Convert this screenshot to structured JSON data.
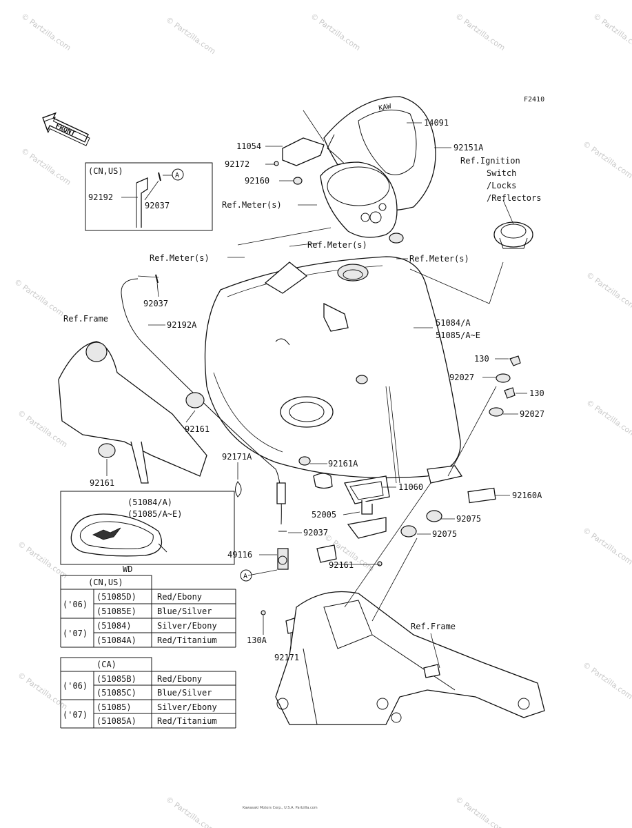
{
  "figure_code": "F2410",
  "front_label": "FRONT",
  "watermark": "© Partzilla.com",
  "inset_cn_us": {
    "title": "(CN,US)",
    "labels": [
      "92192",
      "92037",
      "A"
    ]
  },
  "callouts": [
    "14091",
    "92151A",
    "Ref.Ignition",
    "Switch",
    "/Locks",
    "/Reflectors",
    "11054",
    "92172",
    "92160",
    "Ref.Meter(s)",
    "Ref.Meter(s)",
    "Ref.Meter(s)",
    "Ref.Meter(s)",
    "92037",
    "Ref.Frame",
    "92192A",
    "51084/A",
    "51085/A~E",
    "130",
    "92027",
    "130",
    "92027",
    "92161",
    "92161",
    "92171A",
    "92161A",
    "11060",
    "92160A",
    "52005",
    "92075",
    "92075",
    "92037",
    "49116",
    "A",
    "92161",
    "130A",
    "92171",
    "Ref.Frame"
  ],
  "decal_inset": {
    "lines": [
      "(51084/A)",
      "(51085/A~E)"
    ]
  },
  "color_table_wd": {
    "region": "WD",
    "subregion": "(CN,US)",
    "rows": [
      {
        "year": "('06)",
        "part": "(51085D)",
        "color": "Red/Ebony"
      },
      {
        "year": "",
        "part": "(51085E)",
        "color": "Blue/Silver"
      },
      {
        "year": "('07)",
        "part": "(51084)",
        "color": "Silver/Ebony"
      },
      {
        "year": "",
        "part": "(51084A)",
        "color": "Red/Titanium"
      }
    ]
  },
  "color_table_ca": {
    "subregion": "(CA)",
    "rows": [
      {
        "year": "('06)",
        "part": "(51085B)",
        "color": "Red/Ebony"
      },
      {
        "year": "",
        "part": "(51085C)",
        "color": "Blue/Silver"
      },
      {
        "year": "('07)",
        "part": "(51085)",
        "color": "Silver/Ebony"
      },
      {
        "year": "",
        "part": "(51085A)",
        "color": "Red/Titanium"
      }
    ]
  },
  "footer_text": "Kawasaki Motors Corp., U.S.A. Partzilla.com"
}
